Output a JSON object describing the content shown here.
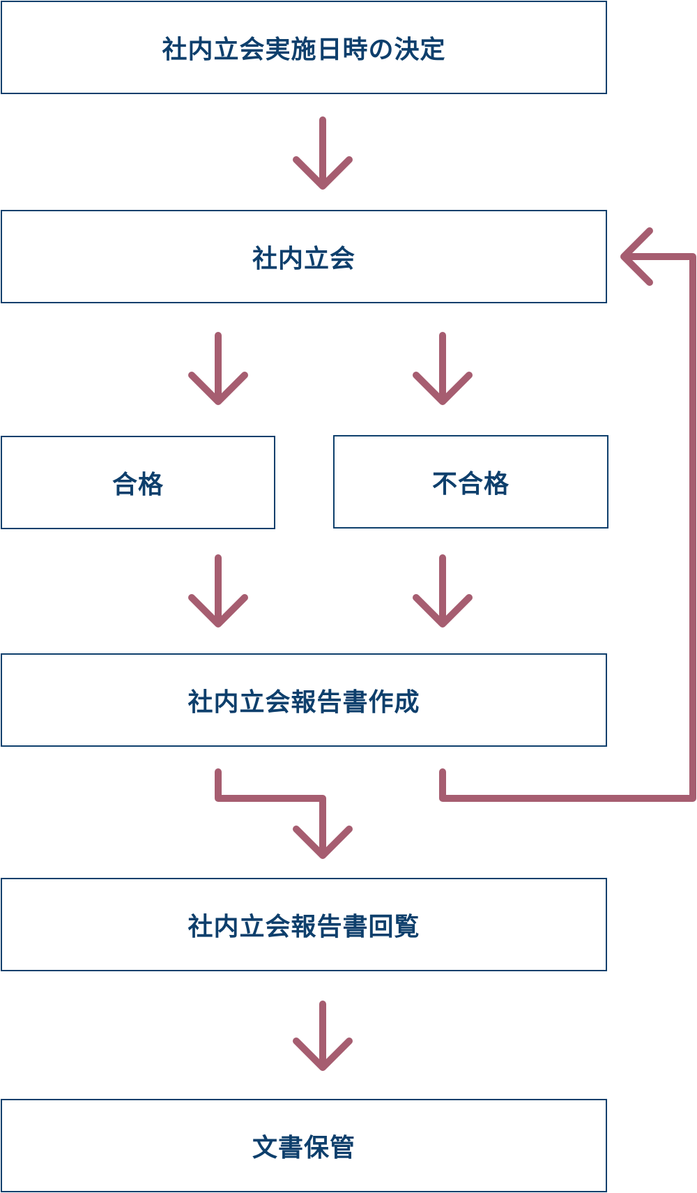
{
  "flow": {
    "step_decide": "社内立会実施日時の決定",
    "step_meeting": "社内立会",
    "result_pass": "合格",
    "result_fail": "不合格",
    "step_report": "社内立会報告書作成",
    "step_circulate": "社内立会報告書回覧",
    "step_storage": "文書保管"
  },
  "colors": {
    "box_border": "#0e3f6c",
    "text": "#0e3f6c",
    "arrow": "#a65d70"
  }
}
